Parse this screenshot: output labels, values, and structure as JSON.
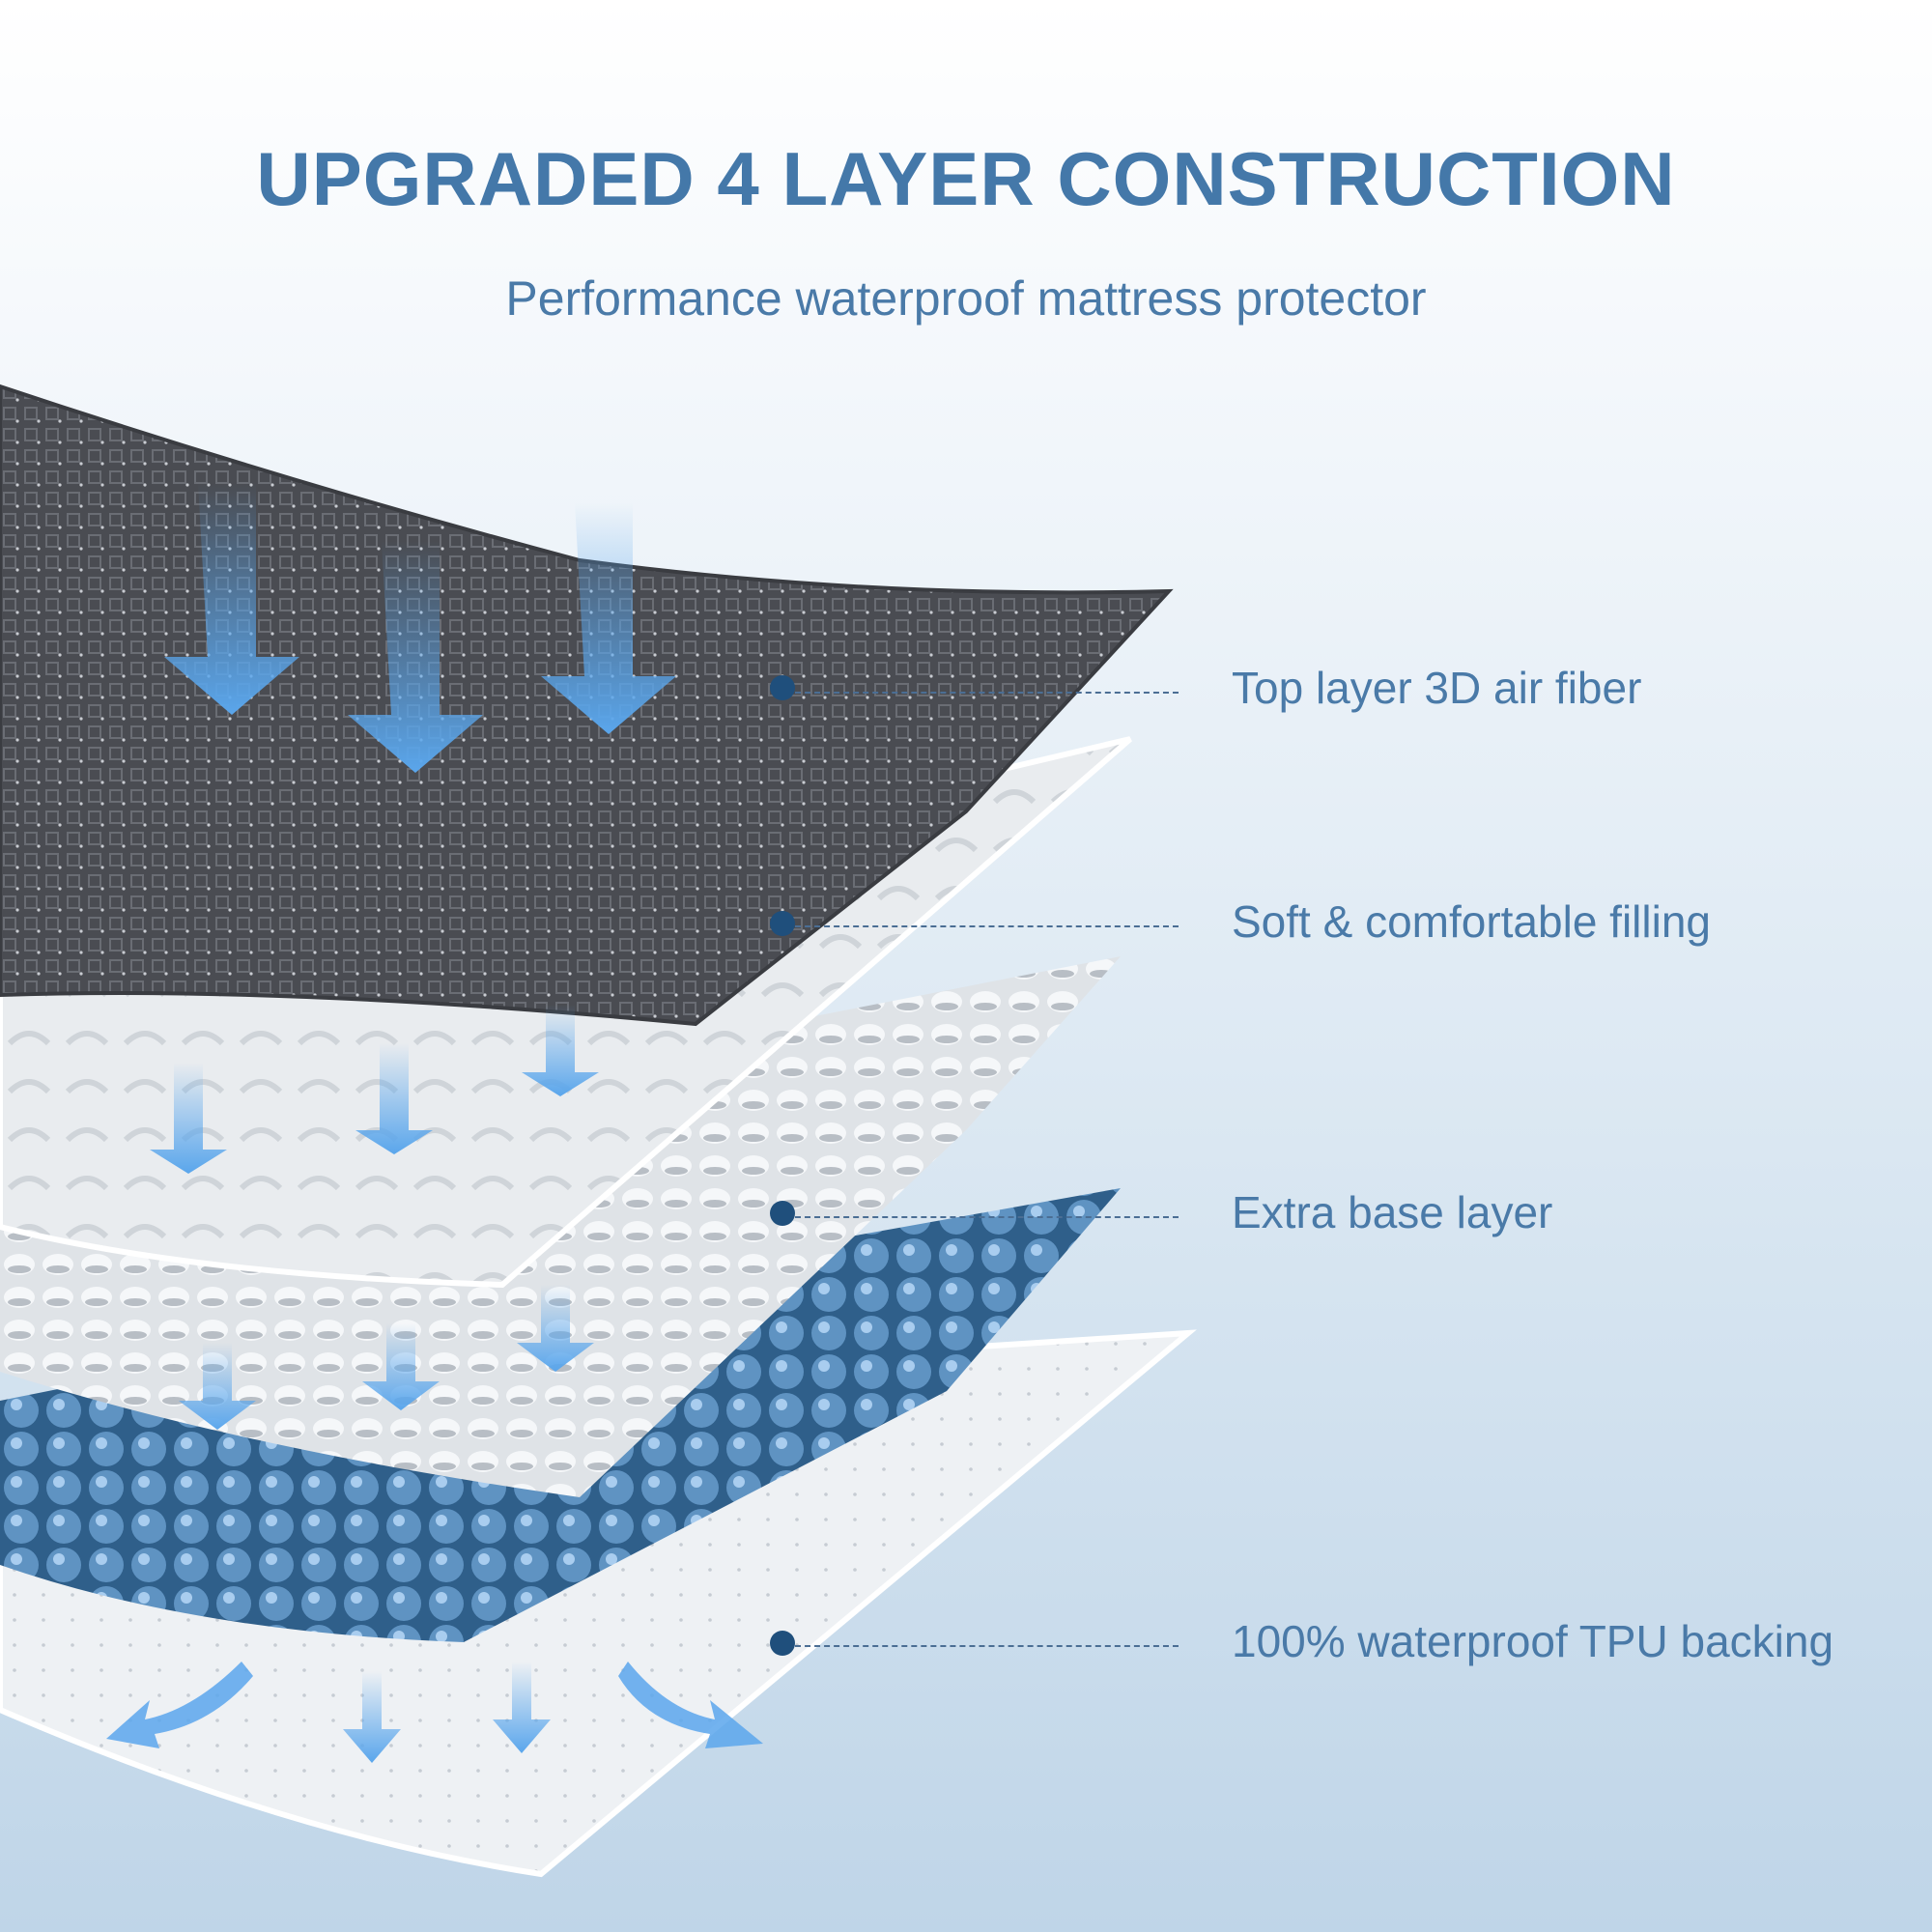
{
  "header": {
    "title": "UPGRADED 4 LAYER CONSTRUCTION",
    "subtitle": "Performance waterproof mattress protector"
  },
  "layers": [
    {
      "label": "Top layer 3D air fiber",
      "icon": "dot-marker"
    },
    {
      "label": "Soft & comfortable filling",
      "icon": "dot-marker"
    },
    {
      "label": "Extra base layer",
      "icon": "dot-marker"
    },
    {
      "label": "100% waterproof TPU backing",
      "icon": "dot-marker"
    }
  ],
  "colors": {
    "accent": "#4478a9",
    "marker": "#1f4f7c",
    "arrow": "#5aa6ec"
  }
}
